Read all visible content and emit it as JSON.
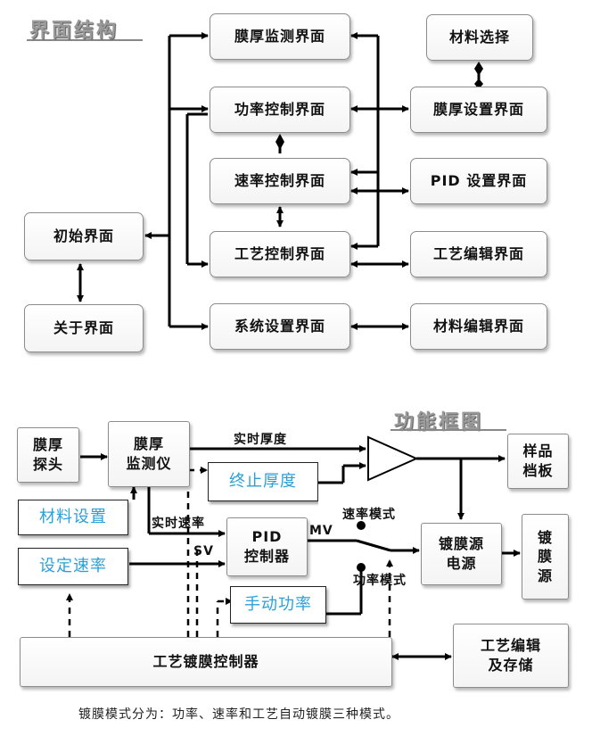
{
  "structure": {
    "title": "界面结构",
    "film_monitor": "膜厚监测界面",
    "power_control": "功率控制界面",
    "rate_control": "速率控制界面",
    "process_control": "工艺控制界面",
    "system_settings": "系统设置界面",
    "initial": "初始界面",
    "about": "关于界面",
    "material_select": "材料选择",
    "thickness_settings": "膜厚设置界面",
    "pid_settings": "PID 设置界面",
    "process_edit": "工艺编辑界面",
    "material_edit": "材料编辑界面"
  },
  "function": {
    "title": "功能框图",
    "probe": "膜厚\n探头",
    "monitor": "膜厚\n监测仪",
    "material_settings": "材料设置",
    "stop_thickness": "终止厚度",
    "set_rate": "设定速率",
    "pid": "PID\n控制器",
    "manual_power": "手动功率",
    "shutter": "样品\n档板",
    "power_supply": "镀膜源\n电源",
    "source": "镀\n膜\n源",
    "controller": "工艺镀膜控制器",
    "edit_store": "工艺编辑\n及存储",
    "label_realtime_thickness": "实时厚度",
    "label_realtime_rate": "实时速率",
    "label_sv": "SV",
    "label_mv": "MV",
    "label_rate_mode": "速率模式",
    "label_power_mode": "功率模式"
  },
  "caption": "镀膜模式分为：功率、速率和工艺自动镀膜三种模式。"
}
